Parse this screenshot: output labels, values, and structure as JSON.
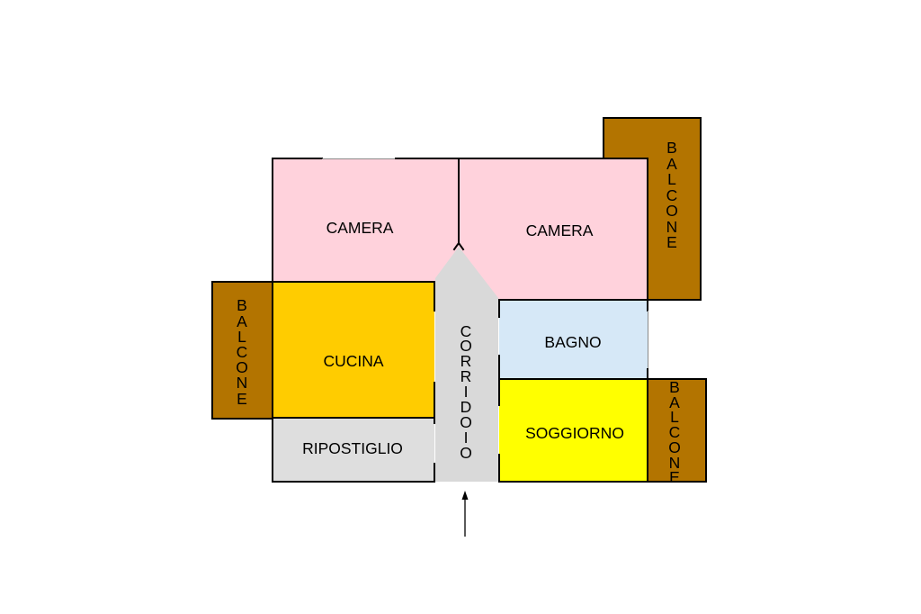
{
  "floor_plan": {
    "rooms": {
      "camera_left": {
        "label": "CAMERA",
        "color": "#FFD2DC"
      },
      "camera_right": {
        "label": "CAMERA",
        "color": "#FFD2DC"
      },
      "cucina": {
        "label": "CUCINA",
        "color": "#FFCC00"
      },
      "ripostiglio": {
        "label": "RIPOSTIGLIO",
        "color": "#DEDEDE"
      },
      "corridoio": {
        "label": "CORRIDOIO",
        "color": "#D9D9D9"
      },
      "bagno": {
        "label": "BAGNO",
        "color": "#D6E8F7"
      },
      "soggiorno": {
        "label": "SOGGIORNO",
        "color": "#FFFF00"
      }
    },
    "balconies": {
      "top_right": {
        "label": "BALCONE",
        "color": "#B37400"
      },
      "left": {
        "label": "BALCONE",
        "color": "#B37400"
      },
      "bottom_right": {
        "label": "BALCONE",
        "color": "#B37400"
      }
    },
    "wall_color": "#000000",
    "icons": {
      "entrance": "arrow-up-icon"
    }
  }
}
